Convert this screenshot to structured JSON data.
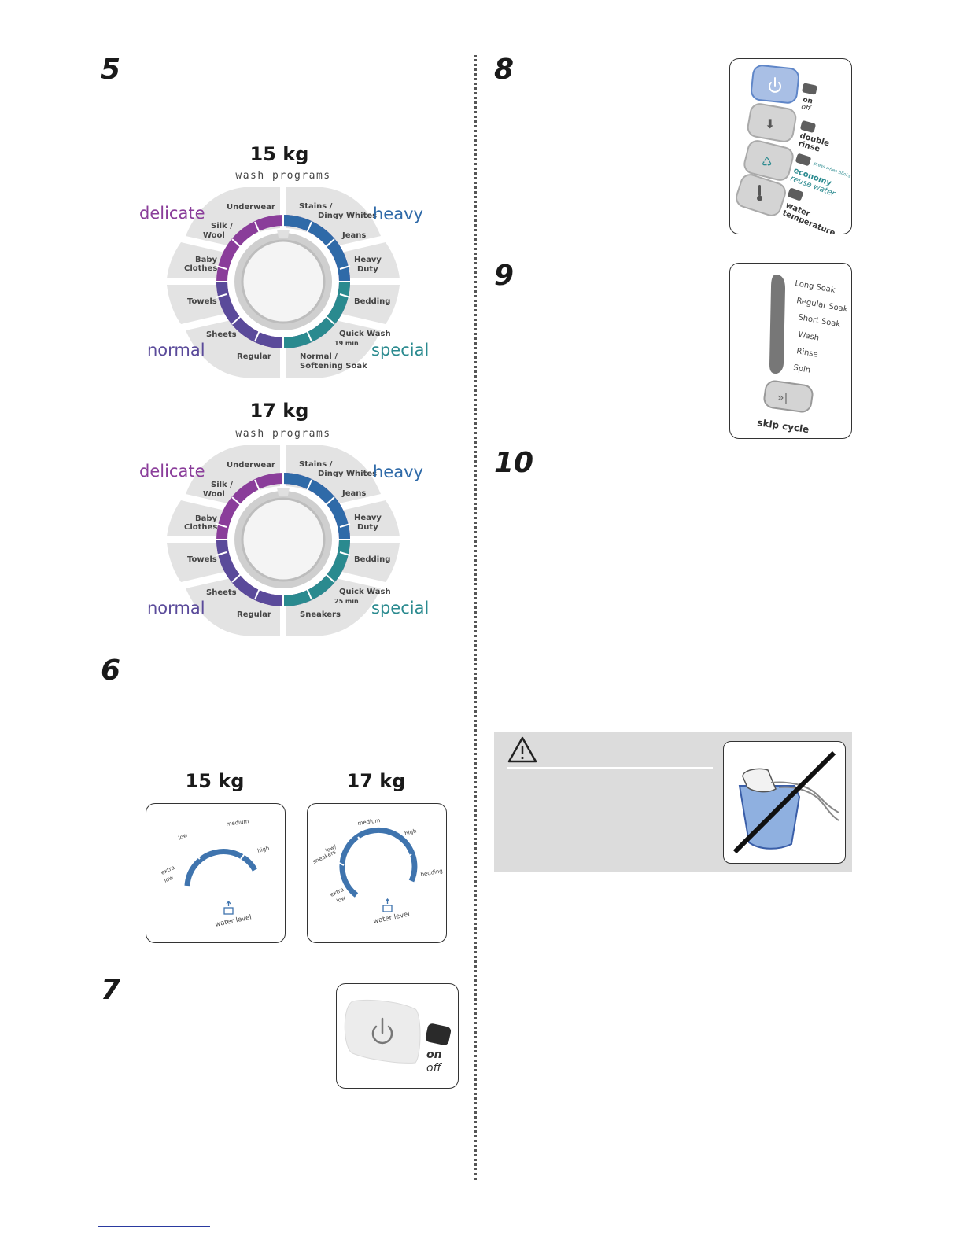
{
  "steps": {
    "s5": "5",
    "s6": "6",
    "s7": "7",
    "s8": "8",
    "s9": "9",
    "s10": "10"
  },
  "wash_programs": [
    {
      "title": "15 kg",
      "subtitle": "wash programs",
      "groups": {
        "delicate": "delicate",
        "heavy": "heavy",
        "normal": "normal",
        "special": "special"
      },
      "programs": {
        "underwear": "Underwear",
        "silk1": "Silk /",
        "silk2": "Wool",
        "baby1": "Baby",
        "baby2": "Clothes",
        "towels": "Towels",
        "sheets": "Sheets",
        "regular": "Regular",
        "stains1": "Stains /",
        "stains2": "Dingy Whites",
        "jeans": "Jeans",
        "heavy1": "Heavy",
        "heavy2": "Duty",
        "bedding": "Bedding",
        "quick": "Quick Wash",
        "quick_time": "19 min",
        "last1": "Normal /",
        "last2": "Softening Soak"
      }
    },
    {
      "title": "17 kg",
      "subtitle": "wash programs",
      "groups": {
        "delicate": "delicate",
        "heavy": "heavy",
        "normal": "normal",
        "special": "special"
      },
      "programs": {
        "underwear": "Underwear",
        "silk1": "Silk /",
        "silk2": "Wool",
        "baby1": "Baby",
        "baby2": "Clothes",
        "towels": "Towels",
        "sheets": "Sheets",
        "regular": "Regular",
        "stains1": "Stains /",
        "stains2": "Dingy Whites",
        "jeans": "Jeans",
        "heavy1": "Heavy",
        "heavy2": "Duty",
        "bedding": "Bedding",
        "quick": "Quick Wash",
        "quick_time": "25 min",
        "last1": "Sneakers",
        "last2": ""
      }
    }
  ],
  "water_level": [
    {
      "title": "15 kg",
      "labels": {
        "extra1": "extra",
        "extra2": "low",
        "low": "low",
        "medium": "medium",
        "high": "high"
      },
      "caption": "water level"
    },
    {
      "title": "17 kg",
      "labels": {
        "extra1": "extra",
        "extra2": "low",
        "lowsn1": "low/",
        "lowsn2": "sneakers",
        "medium": "medium",
        "high": "high",
        "bedding": "bedding"
      },
      "caption": "water level"
    }
  ],
  "power_panel": {
    "on": "on",
    "off": "off"
  },
  "options_panel": {
    "on": "on",
    "off": "off",
    "double1": "double",
    "double2": "rinse",
    "press": "press when blinks",
    "economy": "economy",
    "reuse": "reuse water",
    "water1": "water",
    "water2": "temperature"
  },
  "cycle_panel": {
    "stages": [
      "Long Soak",
      "Regular Soak",
      "Short Soak",
      "Wash",
      "Rinse",
      "Spin"
    ],
    "skip": "skip cycle"
  },
  "colors": {
    "delicate": "#8a3d9a",
    "heavy": "#2f6aa8",
    "normal": "#5a4a9a",
    "special": "#2a8a8f",
    "panel_bg": "#e3e3e3",
    "dial_blue": "#3f74ae"
  }
}
